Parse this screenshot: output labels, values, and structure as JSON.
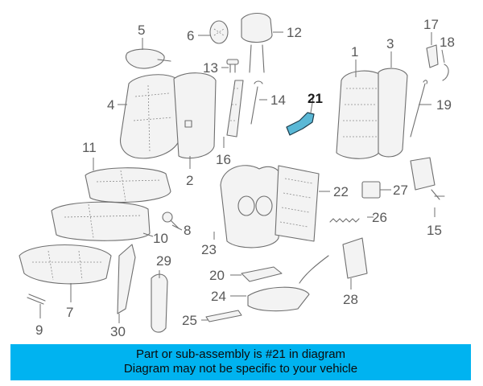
{
  "diagram": {
    "highlighted_part": "21",
    "callouts": [
      "1",
      "2",
      "3",
      "4",
      "5",
      "6",
      "7",
      "8",
      "9",
      "10",
      "11",
      "12",
      "13",
      "14",
      "15",
      "16",
      "17",
      "18",
      "19",
      "20",
      "21",
      "22",
      "23",
      "24",
      "25",
      "26",
      "27",
      "28",
      "29",
      "30"
    ]
  },
  "banner": {
    "line1": "Part or sub-assembly is #21 in diagram",
    "line2": "Diagram may not be specific to your vehicle",
    "background_color": "#00b3f0"
  },
  "colors": {
    "highlight": "#5ab8d6",
    "line_art": "#6f6f6f"
  }
}
